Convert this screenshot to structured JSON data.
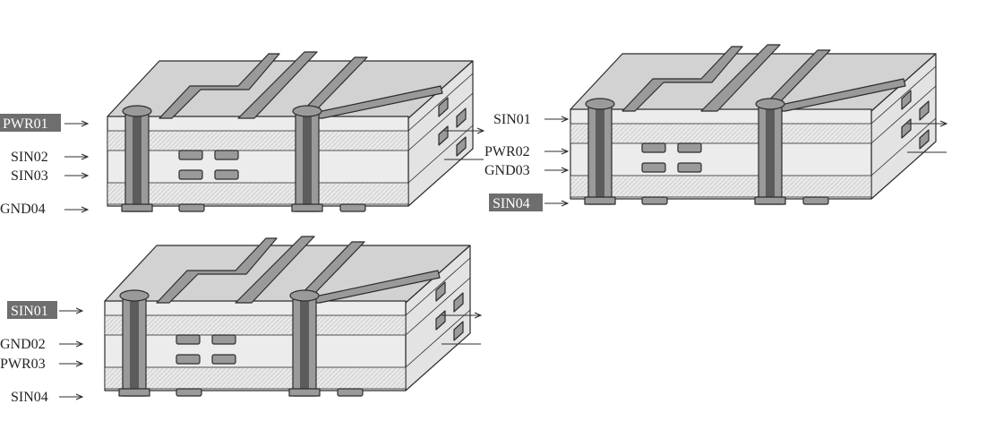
{
  "colors": {
    "background": "#ffffff",
    "board_top": "#d2d2d2",
    "board_front": "#ececec",
    "board_side": "#e3e3e3",
    "prepreg_texture": "#dddddd",
    "copper": "#9a9a9a",
    "copper_edge": "#5c5c5c",
    "outline": "#2c2c2c",
    "label_highlight_bg": "#6e6e6e",
    "label_highlight_text": "#ffffff"
  },
  "stackups": [
    {
      "id": "a",
      "layers": [
        {
          "name": "PWR01",
          "highlight": true
        },
        {
          "name": "SIN02",
          "highlight": false
        },
        {
          "name": "SIN03",
          "highlight": false
        },
        {
          "name": "GND04",
          "highlight": false
        }
      ]
    },
    {
      "id": "b",
      "layers": [
        {
          "name": "SIN01",
          "highlight": false
        },
        {
          "name": "PWR02",
          "highlight": false
        },
        {
          "name": "GND03",
          "highlight": false
        },
        {
          "name": "SIN04",
          "highlight": true
        }
      ]
    },
    {
      "id": "c",
      "layers": [
        {
          "name": "SIN01",
          "highlight": true
        },
        {
          "name": "GND02",
          "highlight": false
        },
        {
          "name": "PWR03",
          "highlight": false
        },
        {
          "name": "SIN04",
          "highlight": false
        }
      ]
    }
  ],
  "icons": {
    "arrow": "right-arrow-icon"
  }
}
